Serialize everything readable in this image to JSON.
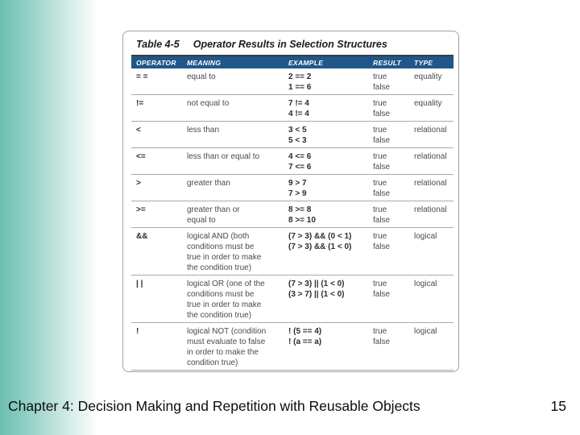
{
  "colors": {
    "accent_teal": "#6abfaf",
    "header_bg": "#20578a",
    "header_text": "#ffffff",
    "card_border": "#a0a0a0",
    "row_line": "#a9a9a9",
    "body_text": "#4a4a4a",
    "strong_text": "#2b2b2b"
  },
  "table": {
    "title_label": "Table 4-5",
    "title_text": "Operator Results in Selection Structures",
    "columns": [
      "OPERATOR",
      "MEANING",
      "EXAMPLE",
      "RESULT",
      "TYPE"
    ],
    "rows": [
      {
        "operator": "= =",
        "meaning_lines": [
          "equal to"
        ],
        "examples": [
          "2 == 2",
          "1 == 6"
        ],
        "results": [
          "true",
          "false"
        ],
        "type": "equality"
      },
      {
        "operator": "!=",
        "meaning_lines": [
          "not equal to"
        ],
        "examples": [
          "7 != 4",
          "4 != 4"
        ],
        "results": [
          "true",
          "false"
        ],
        "type": "equality"
      },
      {
        "operator": "<",
        "meaning_lines": [
          "less than"
        ],
        "examples": [
          "3 < 5",
          "5 < 3"
        ],
        "results": [
          "true",
          "false"
        ],
        "type": "relational"
      },
      {
        "operator": "<=",
        "meaning_lines": [
          "less than or equal to"
        ],
        "examples": [
          "4 <= 6",
          "7 <= 6"
        ],
        "results": [
          "true",
          "false"
        ],
        "type": "relational"
      },
      {
        "operator": ">",
        "meaning_lines": [
          "greater than"
        ],
        "examples": [
          "9 > 7",
          "7 > 9"
        ],
        "results": [
          "true",
          "false"
        ],
        "type": "relational"
      },
      {
        "operator": ">=",
        "meaning_lines": [
          "greater than or",
          "equal to"
        ],
        "examples": [
          "8 >= 8",
          "8 >= 10"
        ],
        "results": [
          "true",
          "false"
        ],
        "type": "relational"
      },
      {
        "operator": "&&",
        "meaning_lines": [
          "logical AND (both",
          "conditions must be",
          "true in order to make",
          "the condition true)"
        ],
        "examples": [
          "(7 > 3) && (0 < 1)",
          "(7 > 3) && (1 < 0)"
        ],
        "results": [
          "true",
          "false"
        ],
        "type": "logical"
      },
      {
        "operator": "| |",
        "meaning_lines": [
          "logical OR (one of the",
          "conditions must be",
          "true in order to make",
          "the condition true)"
        ],
        "examples": [
          "(7 > 3) || (1 < 0)",
          "(3 > 7) || (1 < 0)"
        ],
        "results": [
          "true",
          "false"
        ],
        "type": "logical"
      },
      {
        "operator": "!",
        "meaning_lines": [
          "logical NOT (condition",
          "must evaluate to false",
          "in order to make the",
          "condition true)"
        ],
        "examples": [
          "! (5 == 4)",
          "! (a == a)"
        ],
        "results": [
          "true",
          "false"
        ],
        "type": "logical"
      }
    ]
  },
  "footer": {
    "text": "Chapter 4: Decision Making and Repetition with Reusable Objects",
    "page_number": "15"
  }
}
